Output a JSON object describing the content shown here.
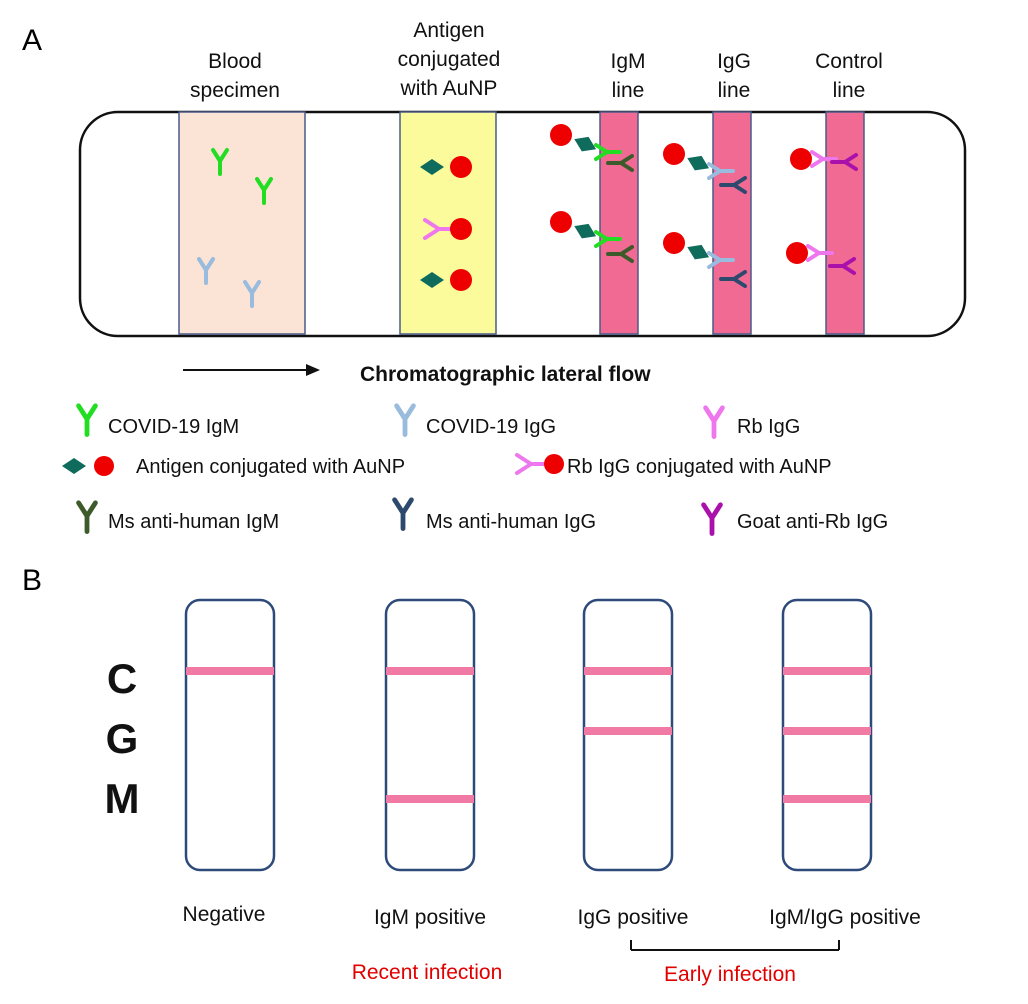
{
  "panelA": {
    "letter": "A",
    "headers": {
      "blood": [
        "Blood",
        "specimen"
      ],
      "antigen": [
        "Antigen",
        "conjugated",
        "with AuNP"
      ],
      "igm": [
        "IgM",
        "line"
      ],
      "igg": [
        "IgG",
        "line"
      ],
      "control": [
        "Control",
        "line"
      ]
    },
    "flow_label": "Chromatographic lateral flow",
    "legend": {
      "covid_igm": "COVID-19 IgM",
      "covid_igg": "COVID-19 IgG",
      "rb_igg": "Rb IgG",
      "antigen_aunp": "Antigen conjugated with AuNP",
      "rb_igg_aunp": "Rb IgG conjugated with AuNP",
      "ms_anti_igm": "Ms anti-human IgM",
      "ms_anti_igg": "Ms anti-human IgG",
      "goat_anti_rb": "Goat anti-Rb IgG"
    },
    "colors": {
      "covid_igm": "#22dd22",
      "covid_igg": "#99bbdd",
      "rb_igg": "#ee77ee",
      "ms_anti_igm": "#3d5a2a",
      "ms_anti_igg": "#2d4a6e",
      "goat_anti_rb": "#aa11aa",
      "antigen": "#0f6b5c",
      "aunp": "#ee0000",
      "test_line": "#f06a94",
      "blood_pad": "#fbe3d6",
      "conjugate_pad": "#fbfb9b",
      "pad_border": "#4a5a8a"
    }
  },
  "panelB": {
    "letter": "B",
    "line_labels": [
      "C",
      "G",
      "M"
    ],
    "strips": [
      {
        "label": "Negative",
        "C": true,
        "G": false,
        "M": false
      },
      {
        "label": "IgM positive",
        "C": true,
        "G": false,
        "M": true
      },
      {
        "label": "IgG positive",
        "C": true,
        "G": true,
        "M": false
      },
      {
        "label": "IgM/IgG positive",
        "C": true,
        "G": true,
        "M": true
      }
    ],
    "interpretations": {
      "recent": "Recent infection",
      "early": "Early infection"
    },
    "colors": {
      "strip_border": "#2d4a7a",
      "band": "#f07aa4",
      "interpretation": "#e00000"
    }
  }
}
